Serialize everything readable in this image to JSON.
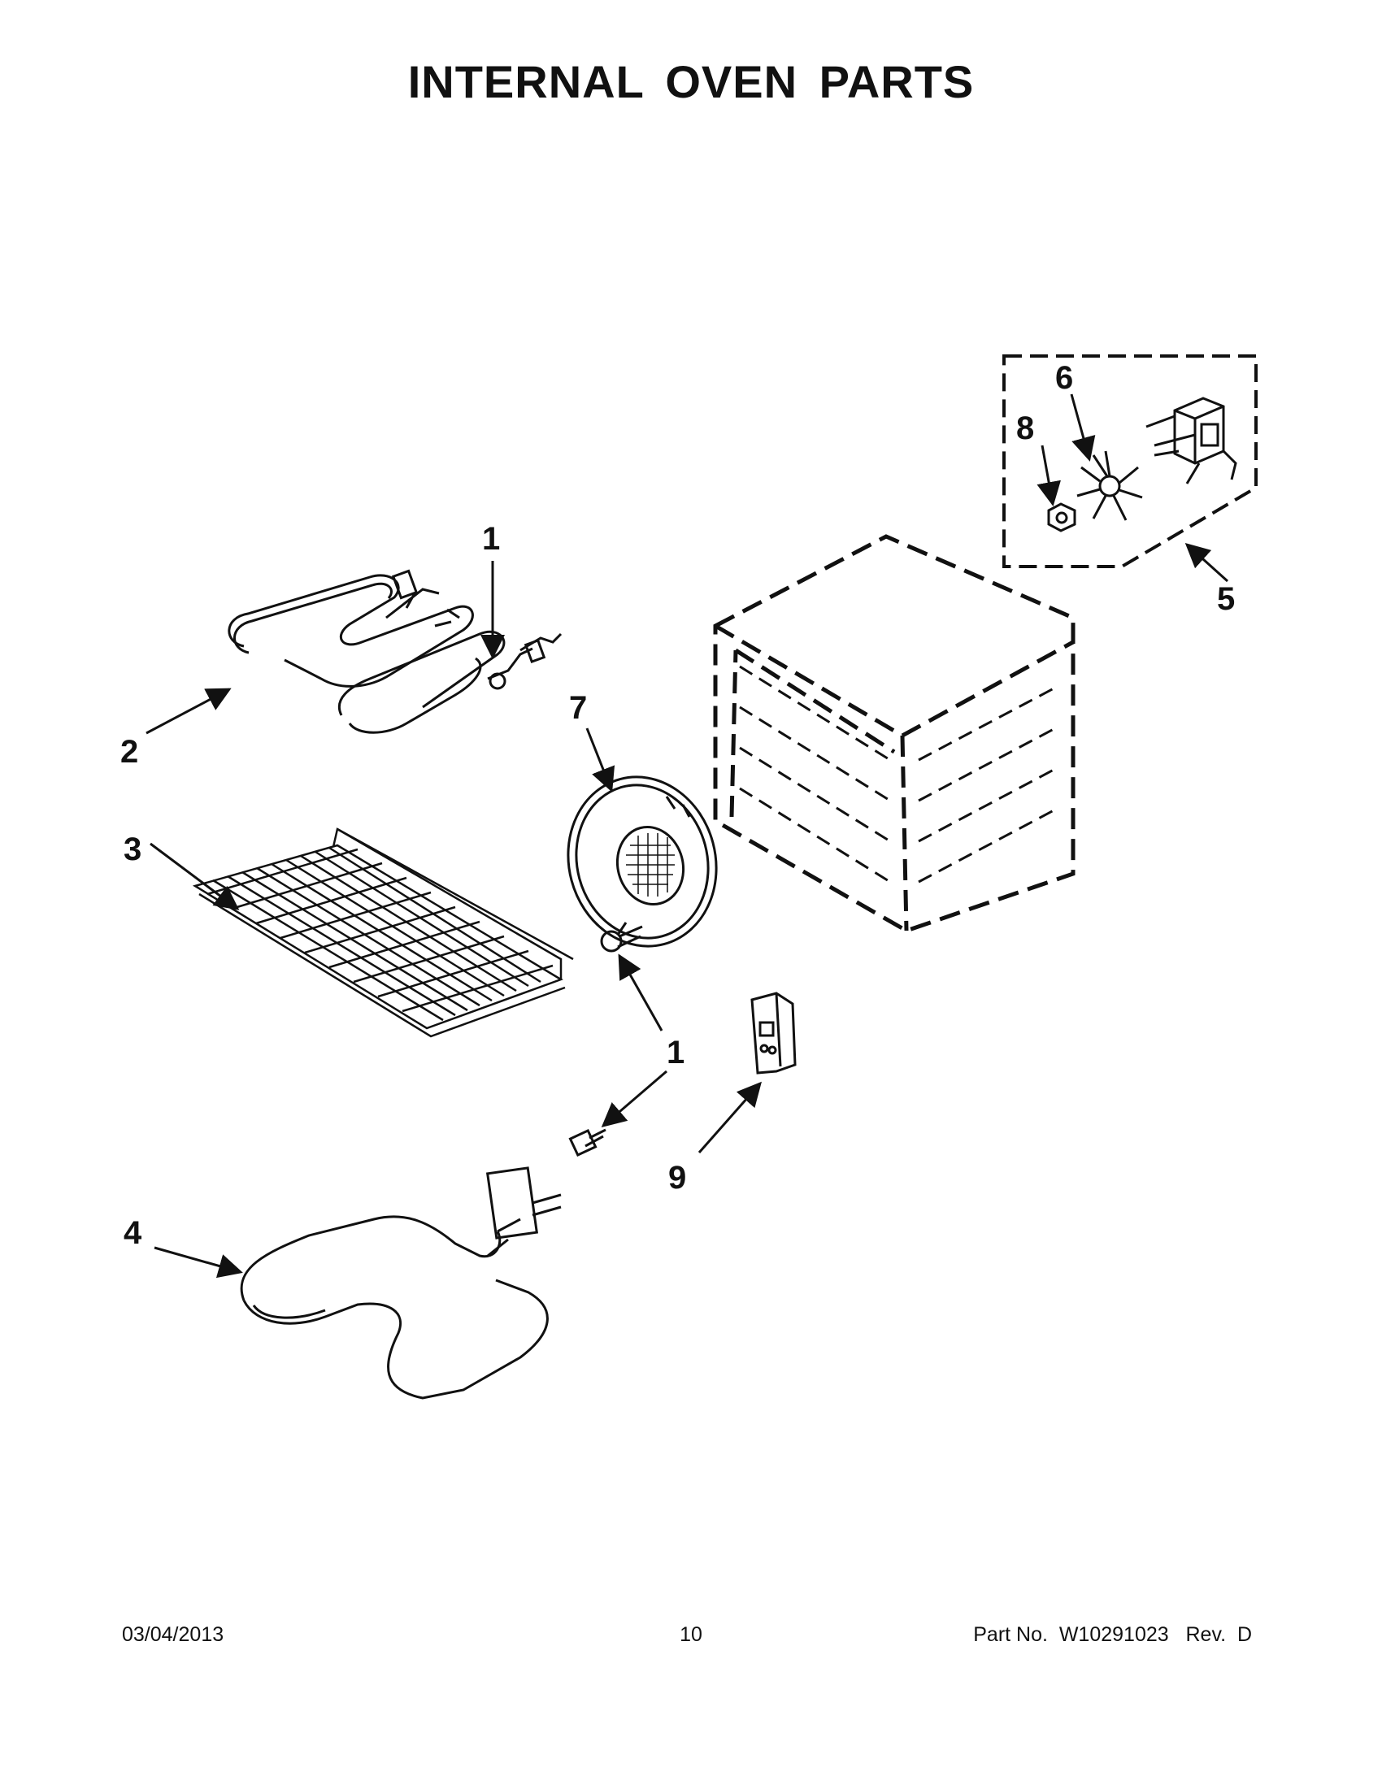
{
  "page": {
    "title": "INTERNAL  OVEN PARTS"
  },
  "callouts": {
    "c1_top": "1",
    "c1_mid": "1",
    "c2": "2",
    "c3": "3",
    "c4": "4",
    "c5": "5",
    "c6": "6",
    "c7": "7",
    "c8": "8",
    "c9": "9"
  },
  "footer": {
    "date": "03/04/2013",
    "page_number": "10",
    "part_number": "Part No.  W10291023   Rev.  D"
  },
  "colors": {
    "ink": "#111111",
    "background": "#ffffff"
  }
}
